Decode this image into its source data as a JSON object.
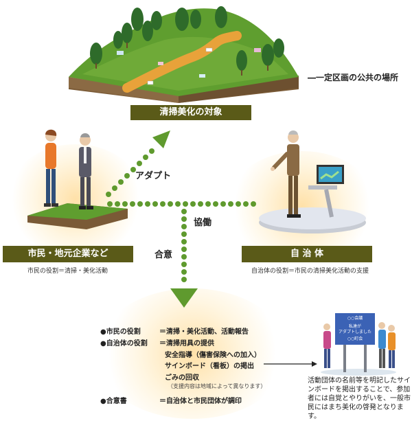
{
  "top": {
    "place_caption": "一定区画の公共の場所",
    "target_label": "清掃美化の対象"
  },
  "arrows": {
    "adapt": "アダプト",
    "kyodo": "協働",
    "goi": "合意"
  },
  "citizens": {
    "label": "市民・地元企業など",
    "role": "市民の役割＝清掃・美化活動"
  },
  "government": {
    "label": "自 治 体",
    "role": "自治体の役割＝市民の清掃美化活動の支援"
  },
  "agreement": {
    "citizen_role_key": "●市民の役割",
    "citizen_role_val": "＝清掃・美化活動、活動報告",
    "gov_role_key": "●自治体の役割",
    "gov_role_val1": "＝清掃用具の提供",
    "gov_role_val2": "安全指導（傷害保険への加入）",
    "gov_role_val3": "サインボード（看板）の掲出",
    "gov_role_val4": "ごみの回収",
    "gov_role_note": "（支援内容は地域によって異なります）",
    "agreement_key": "●合意書",
    "agreement_val": "＝自治体と市民団体が調印"
  },
  "signboard": {
    "line1": "○○会議",
    "line2": "私達が",
    "line3": "アダプトしました",
    "line4": "○○町会",
    "note": "活動団体の名前等を明記したサインボードを掲出することで、参加者には自覚とやりがいを、一般市民にはまち美化の啓発となります。"
  },
  "colors": {
    "label_bg": "#5a5a18",
    "dots": "#5f9a2e",
    "grass": "#5f9e2f",
    "soil": "#8b6a44",
    "path": "#e8a23a"
  }
}
